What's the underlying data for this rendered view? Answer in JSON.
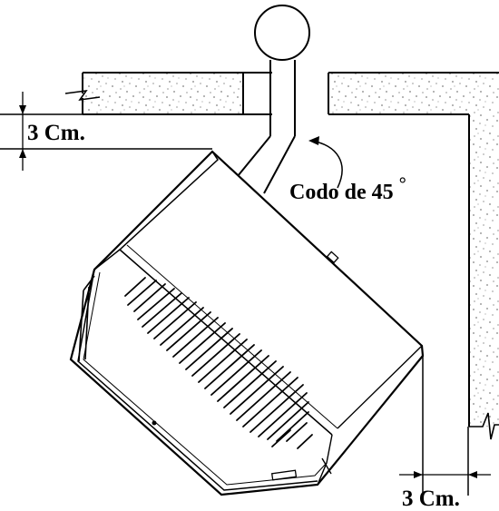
{
  "diagram": {
    "labels": {
      "top_clearance": "3 Cm.",
      "elbow": "Codo de 45",
      "elbow_degree": "°",
      "side_clearance": "3 Cm."
    }
  }
}
